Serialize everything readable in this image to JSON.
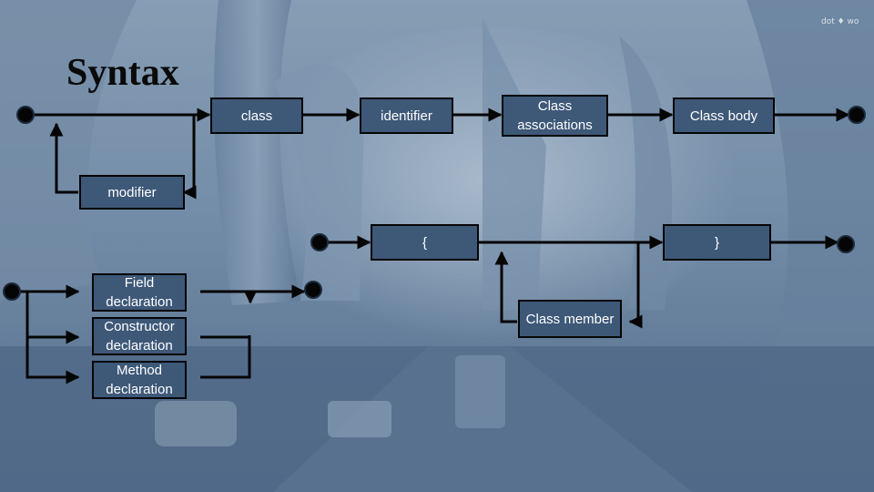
{
  "slide": {
    "title": "Syntax",
    "watermark": "dot ♦ wo"
  },
  "diagram": {
    "boxes": [
      {
        "id": "class",
        "label": "class"
      },
      {
        "id": "identifier",
        "label": "identifier"
      },
      {
        "id": "class-associations",
        "label": "Class associations"
      },
      {
        "id": "class-body",
        "label": "Class body"
      },
      {
        "id": "modifier",
        "label": "modifier"
      },
      {
        "id": "open-brace",
        "label": "{"
      },
      {
        "id": "close-brace",
        "label": "}"
      },
      {
        "id": "field-declaration",
        "label": "Field declaration"
      },
      {
        "id": "constructor-declaration",
        "label": "Constructor declaration"
      },
      {
        "id": "method-declaration",
        "label": "Method declaration"
      },
      {
        "id": "class-member",
        "label": "Class member"
      }
    ]
  },
  "colors": {
    "box_fill": "#3e5878",
    "stroke": "#050505",
    "background": "#5c7796"
  }
}
